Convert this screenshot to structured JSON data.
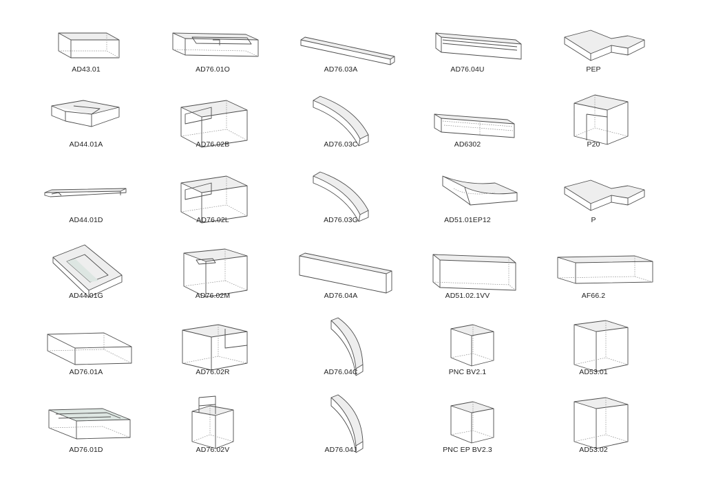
{
  "title": "",
  "blocks": [
    {
      "label": "AD43.01",
      "shape": "flatbox"
    },
    {
      "label": "AD76.01O",
      "shape": "longslot"
    },
    {
      "label": "AD76.03A",
      "shape": "rod"
    },
    {
      "label": "AD76.04U",
      "shape": "channel"
    },
    {
      "label": "PEP",
      "shape": "pep"
    },
    {
      "label": "AD44.01A",
      "shape": "stepslab"
    },
    {
      "label": "AD76.02B",
      "shape": "cubestep"
    },
    {
      "label": "AD76.03C",
      "shape": "arc"
    },
    {
      "label": "AD6302",
      "shape": "rails"
    },
    {
      "label": "P20",
      "shape": "tallstep"
    },
    {
      "label": "AD44.01D",
      "shape": "thinstrip"
    },
    {
      "label": "AD76.02L",
      "shape": "cubestep"
    },
    {
      "label": "AD76.03G",
      "shape": "arc"
    },
    {
      "label": "AD51.01EP12",
      "shape": "curvedtray"
    },
    {
      "label": "P",
      "shape": "pep"
    },
    {
      "label": "AD44.01G",
      "shape": "tiltedtray"
    },
    {
      "label": "AD76.02M",
      "shape": "cubenotch"
    },
    {
      "label": "AD76.04A",
      "shape": "slantbar"
    },
    {
      "label": "AD51.02.1VV",
      "shape": "bigbox"
    },
    {
      "label": "AF66.2",
      "shape": "widebox"
    },
    {
      "label": "AD76.01A",
      "shape": "longbox"
    },
    {
      "label": "AD76.02R",
      "shape": "cubecorner"
    },
    {
      "label": "AD76.04C",
      "shape": "curvedwall"
    },
    {
      "label": "PNC BV2.1",
      "shape": "smallcube"
    },
    {
      "label": "AD53.01",
      "shape": "tallprism"
    },
    {
      "label": "AD76.01D",
      "shape": "longslot2"
    },
    {
      "label": "AD76.02V",
      "shape": "cubetab"
    },
    {
      "label": "AD76.04J",
      "shape": "curvedwall"
    },
    {
      "label": "PNC EP BV2.3",
      "shape": "smallcube"
    },
    {
      "label": "AD53.02",
      "shape": "tallprism"
    }
  ]
}
